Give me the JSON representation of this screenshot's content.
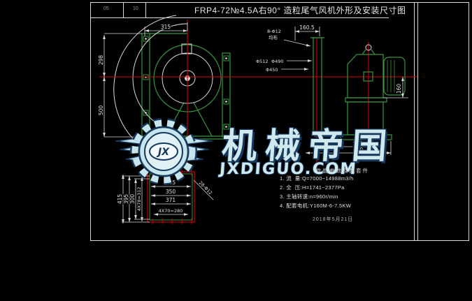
{
  "title_block": {
    "rev_cell": "05",
    "scale_cell": "10",
    "title": "FRP4-72№4.5A右90° 造粒尾气风机外形及安装尺寸图"
  },
  "front_view": {
    "dim_width_top": "315",
    "dim_height_upper": "298",
    "dim_height_lower": "500",
    "holes_note_line1": "8-Φ12",
    "holes_note_line2": "均布",
    "flange_outer_dia": "Φ512",
    "flange_bolt_circle_dia": "Φ490",
    "inlet_dia": "Φ450"
  },
  "side_view": {
    "dim_inlet_offset": "160.5",
    "dim_shaft_height": "160",
    "dim_base_inner": "560",
    "dim_base_outer": "760"
  },
  "base_detail": {
    "dim_row1": "315",
    "dim_row2": "350",
    "dim_row3": "371",
    "dim_row4": "4X70=280",
    "dim_col1": "415",
    "dim_col2": "395",
    "dim_col3": "300",
    "dim_col4": "4X78=312",
    "holes_leader": "28-Φ12"
  },
  "specs": {
    "header": "性能参数及配套件",
    "items": [
      "1. 流  量:Q=7000~14988m3/h",
      "2. 全  压:H=1741~2377Pa",
      "3. 主轴转速:n=960r/min",
      "4. 配套电机:Y160M-6-7.5KW"
    ],
    "date": "2018年5月21日"
  },
  "watermark": {
    "logo_monogram": "JX",
    "brand": "机械帝国",
    "domain": "JXDIGUO.COM"
  },
  "colors": {
    "line_green": "#3a9440",
    "line_red": "#d40000",
    "line_white": "#d9d9d9",
    "watermark_fill": "#c6e5ec",
    "watermark_stroke": "#17395c"
  }
}
